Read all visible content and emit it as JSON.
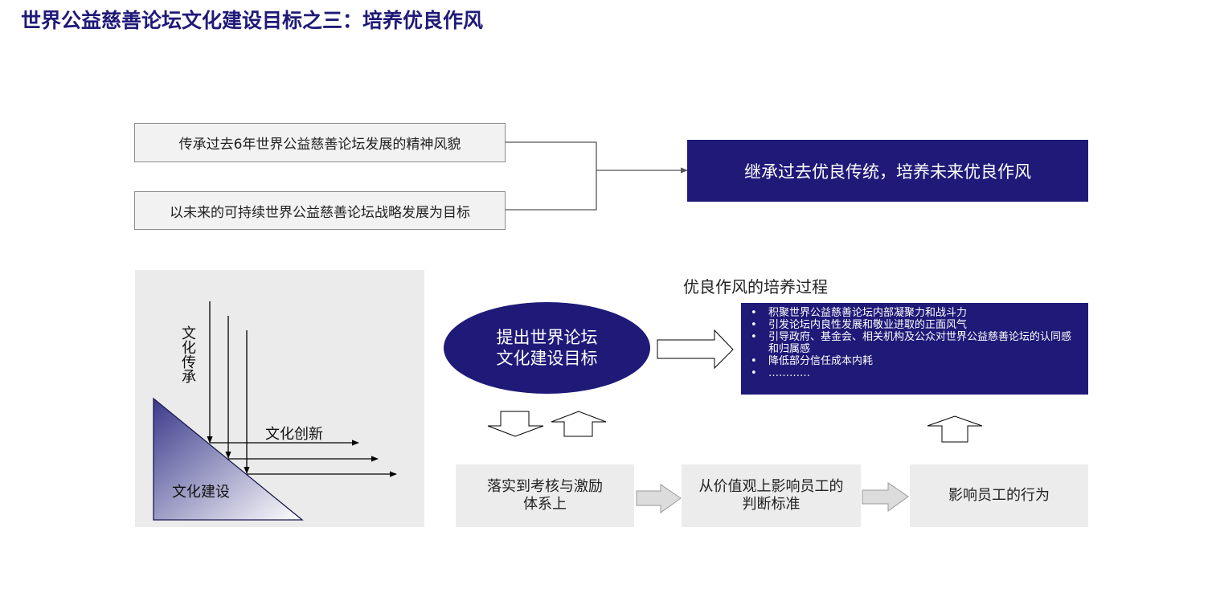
{
  "title": "世界公益慈善论坛文化建设目标之三：培养优良作风",
  "sources": [
    "传承过去6年世界公益慈善论坛发展的精神风貌",
    "以未来的可持续世界公益慈善论坛战略发展为目标"
  ],
  "target_box": "继承过去优良传统，培养未来优良作风",
  "left_panel": {
    "vertical_label": "文化传承",
    "horizontal_label": "文化创新",
    "triangle_label": "文化建设"
  },
  "goal_ellipse": {
    "line1": "提出世界论坛",
    "line2": "文化建设目标"
  },
  "process_title": "优良作风的培养过程",
  "bullets": [
    "积聚世界公益慈善论坛内部凝聚力和战斗力",
    "引发论坛内良性发展和敬业进取的正面风气",
    "引导政府、基金会、相关机构及公众对世界公益慈善论坛的认同感和归属感",
    "降低部分信任成本内耗",
    "…………"
  ],
  "flow_boxes": [
    {
      "line1": "落实到考核与激励",
      "line2": "体系上"
    },
    {
      "line1": "从价值观上影响员工的",
      "line2": "判断标准"
    },
    {
      "line1": "影响员工的行为",
      "line2": ""
    }
  ],
  "colors": {
    "navy": "#1f1a78",
    "title": "#1f1a78",
    "box_grey": "#ececec",
    "panel_grey": "#ebebeb",
    "triangle_top": "#3b3a8c",
    "triangle_bottom": "#ffffff"
  }
}
